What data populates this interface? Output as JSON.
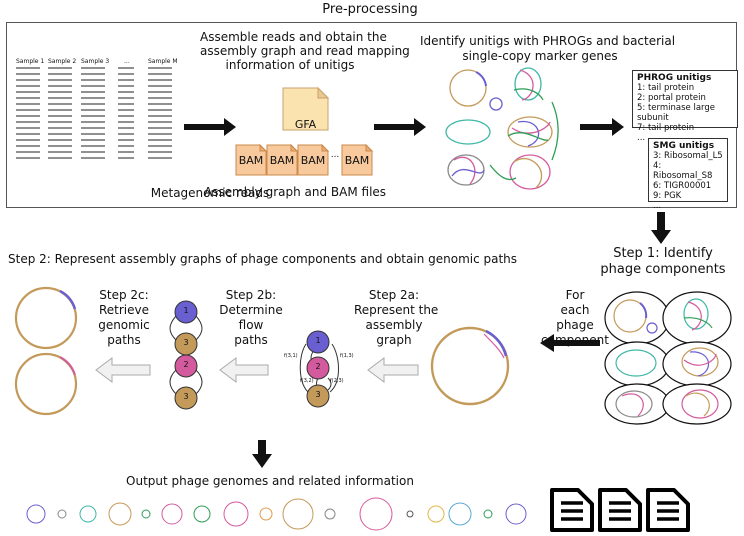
{
  "preprocessing": {
    "title": "Pre-processing",
    "samples": [
      "Sample 1",
      "Sample 2",
      "Sample 3",
      "...",
      "Sample M"
    ],
    "reads_caption": "Metagenomic reads",
    "assemble_text_1": "Assemble reads and obtain the",
    "assemble_text_2": "assembly graph and read mapping",
    "assemble_text_3": "information of unitigs",
    "gfa_label": "GFA",
    "bam_label": "BAM",
    "bam_ellipsis": "...",
    "assembly_caption": "Assembly graph and BAM files",
    "identify_text_1": "Identify unitigs with PHROGs and bacterial",
    "identify_text_2": "single-copy marker genes"
  },
  "phrog": {
    "title": "PHROG unitigs",
    "items": [
      "1: tail protein",
      "2: portal protein",
      "5: terminase large subunit",
      "7: tail protein",
      "..."
    ]
  },
  "smg": {
    "title": "SMG unitigs",
    "items": [
      "3: Ribosomal_L5",
      "4: Ribosomal_S8",
      "6: TIGR00001",
      "9: PGK",
      "..."
    ]
  },
  "step1": {
    "line1": "Step 1: Identify",
    "line2": "phage components"
  },
  "for_each": [
    "For",
    "each",
    "phage",
    "component"
  ],
  "step2": {
    "title": "Step 2: Represent assembly graphs of phage components and obtain genomic paths",
    "s2a": [
      "Step 2a:",
      "Represent the",
      "assembly",
      "graph"
    ],
    "s2b": [
      "Step 2b:",
      "Determine",
      "flow",
      "paths"
    ],
    "s2c": [
      "Step 2c:",
      "Retrieve",
      "genomic",
      "paths"
    ],
    "nodes": [
      "1",
      "2",
      "3"
    ],
    "edge_labels": [
      "f(3,1)",
      "f(1,3)",
      "f(3,2)",
      "f(2,3)"
    ]
  },
  "output": {
    "title": "Output phage genomes and related information"
  },
  "colors": {
    "purple": "#6a5fd0",
    "pink": "#d45a9e",
    "brown": "#c49a5a",
    "green": "#2e9e57",
    "teal": "#3fb7a7"
  }
}
